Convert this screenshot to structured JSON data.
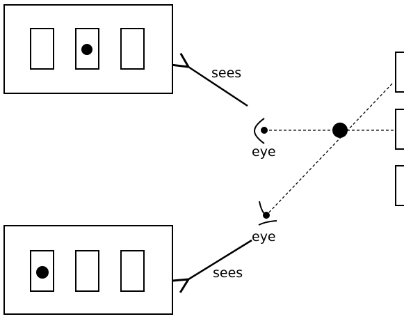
{
  "labels": {
    "top_sees": "sees",
    "bottom_sees": "sees",
    "top_eye": "eye",
    "bottom_eye": "eye"
  },
  "colors": {
    "stroke": "#000000",
    "background": "#ffffff"
  },
  "icons": {
    "eye": "eye-icon",
    "ball": "ball-dot",
    "arrow": "arrow-icon"
  }
}
